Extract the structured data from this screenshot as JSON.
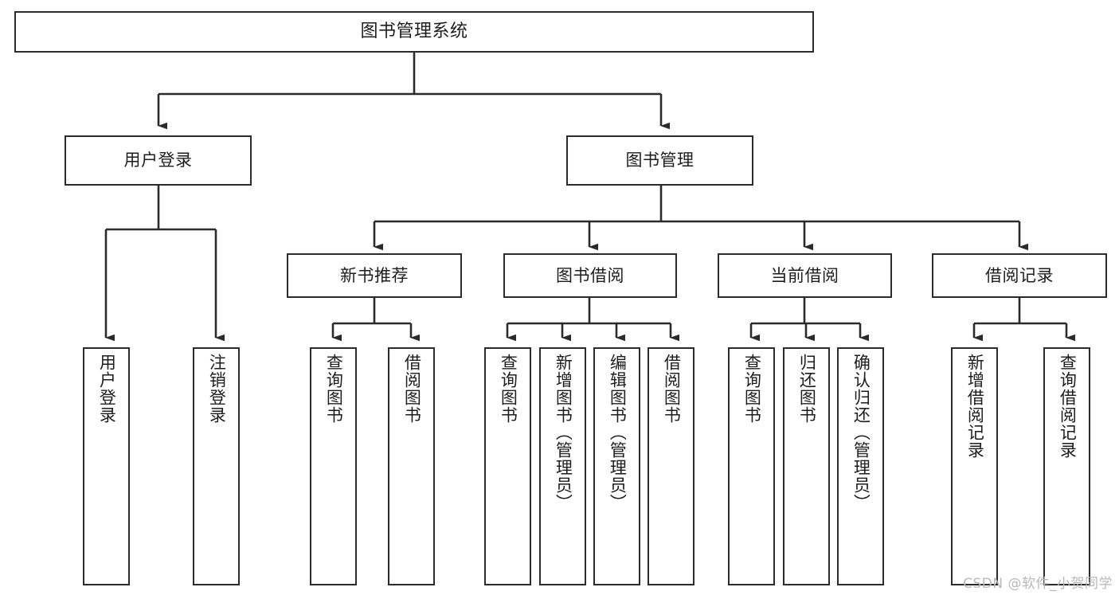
{
  "diagram": {
    "title": "图书管理系统",
    "watermark": "CSDN @软件_小贺同学",
    "line_color": "#2b2b2b",
    "box_fill": "#ffffff",
    "text_color": "#1d1d1d",
    "levels": {
      "root": "图书管理系统",
      "level2": [
        "用户登录",
        "图书管理"
      ],
      "level3": [
        "新书推荐",
        "图书借阅",
        "当前借阅",
        "借阅记录"
      ],
      "leaves": [
        "用户登录",
        "注销登录",
        "查询图书",
        "借阅图书",
        "查询图书",
        "新增图书（管理员）",
        "编辑图书（管理员）",
        "借阅图书",
        "查询图书",
        "归还图书",
        "确认归还（管理员）",
        "新增借阅记录",
        "查询借阅记录"
      ]
    },
    "nodes": {
      "root": {
        "label": "图书管理系统"
      },
      "user_login": {
        "label": "用户登录"
      },
      "book_mgmt": {
        "label": "图书管理"
      },
      "new_book_rec": {
        "label": "新书推荐"
      },
      "book_borrow": {
        "label": "图书借阅"
      },
      "current_borrow": {
        "label": "当前借阅"
      },
      "borrow_record": {
        "label": "借阅记录"
      },
      "leaf_user_login": {
        "label": "用户登录"
      },
      "leaf_logout": {
        "label": "注销登录"
      },
      "leaf_query_book_1": {
        "label": "查询图书"
      },
      "leaf_borrow_book_1": {
        "label": "借阅图书"
      },
      "leaf_query_book_2": {
        "label": "查询图书"
      },
      "leaf_add_book": {
        "label": "新增图书（管理员）"
      },
      "leaf_edit_book": {
        "label": "编辑图书（管理员）"
      },
      "leaf_borrow_book_2": {
        "label": "借阅图书"
      },
      "leaf_query_book_3": {
        "label": "查询图书"
      },
      "leaf_return_book": {
        "label": "归还图书"
      },
      "leaf_confirm_return": {
        "label": "确认归还（管理员）"
      },
      "leaf_add_record": {
        "label": "新增借阅记录"
      },
      "leaf_query_record": {
        "label": "查询借阅记录"
      }
    }
  }
}
